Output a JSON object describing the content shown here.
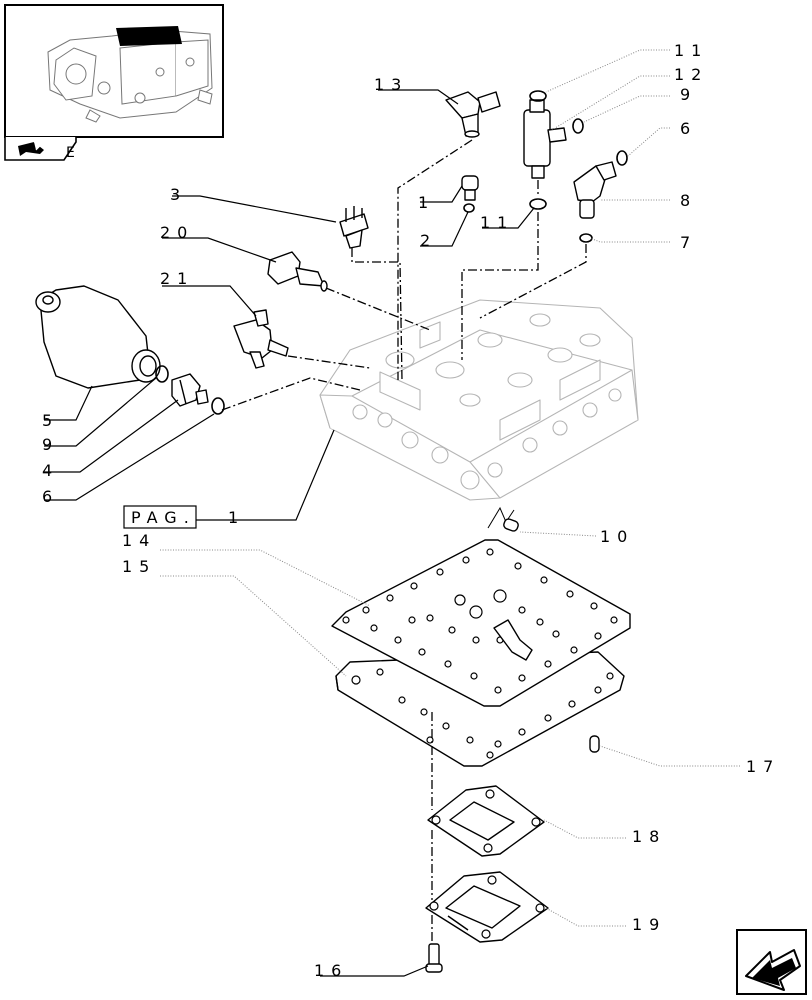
{
  "inset": {
    "code_suffix": "E"
  },
  "reference_box": {
    "text": "PAG.",
    "ref_number": "1"
  },
  "callouts": [
    "11",
    "12",
    "13",
    "9",
    "6",
    "8",
    "7",
    "3",
    "1",
    "2",
    "11",
    "20",
    "21",
    "5",
    "9",
    "4",
    "6",
    "10",
    "14",
    "15",
    "17",
    "18",
    "19",
    "16"
  ],
  "nav": {
    "icon": "arrow-nav-icon"
  }
}
